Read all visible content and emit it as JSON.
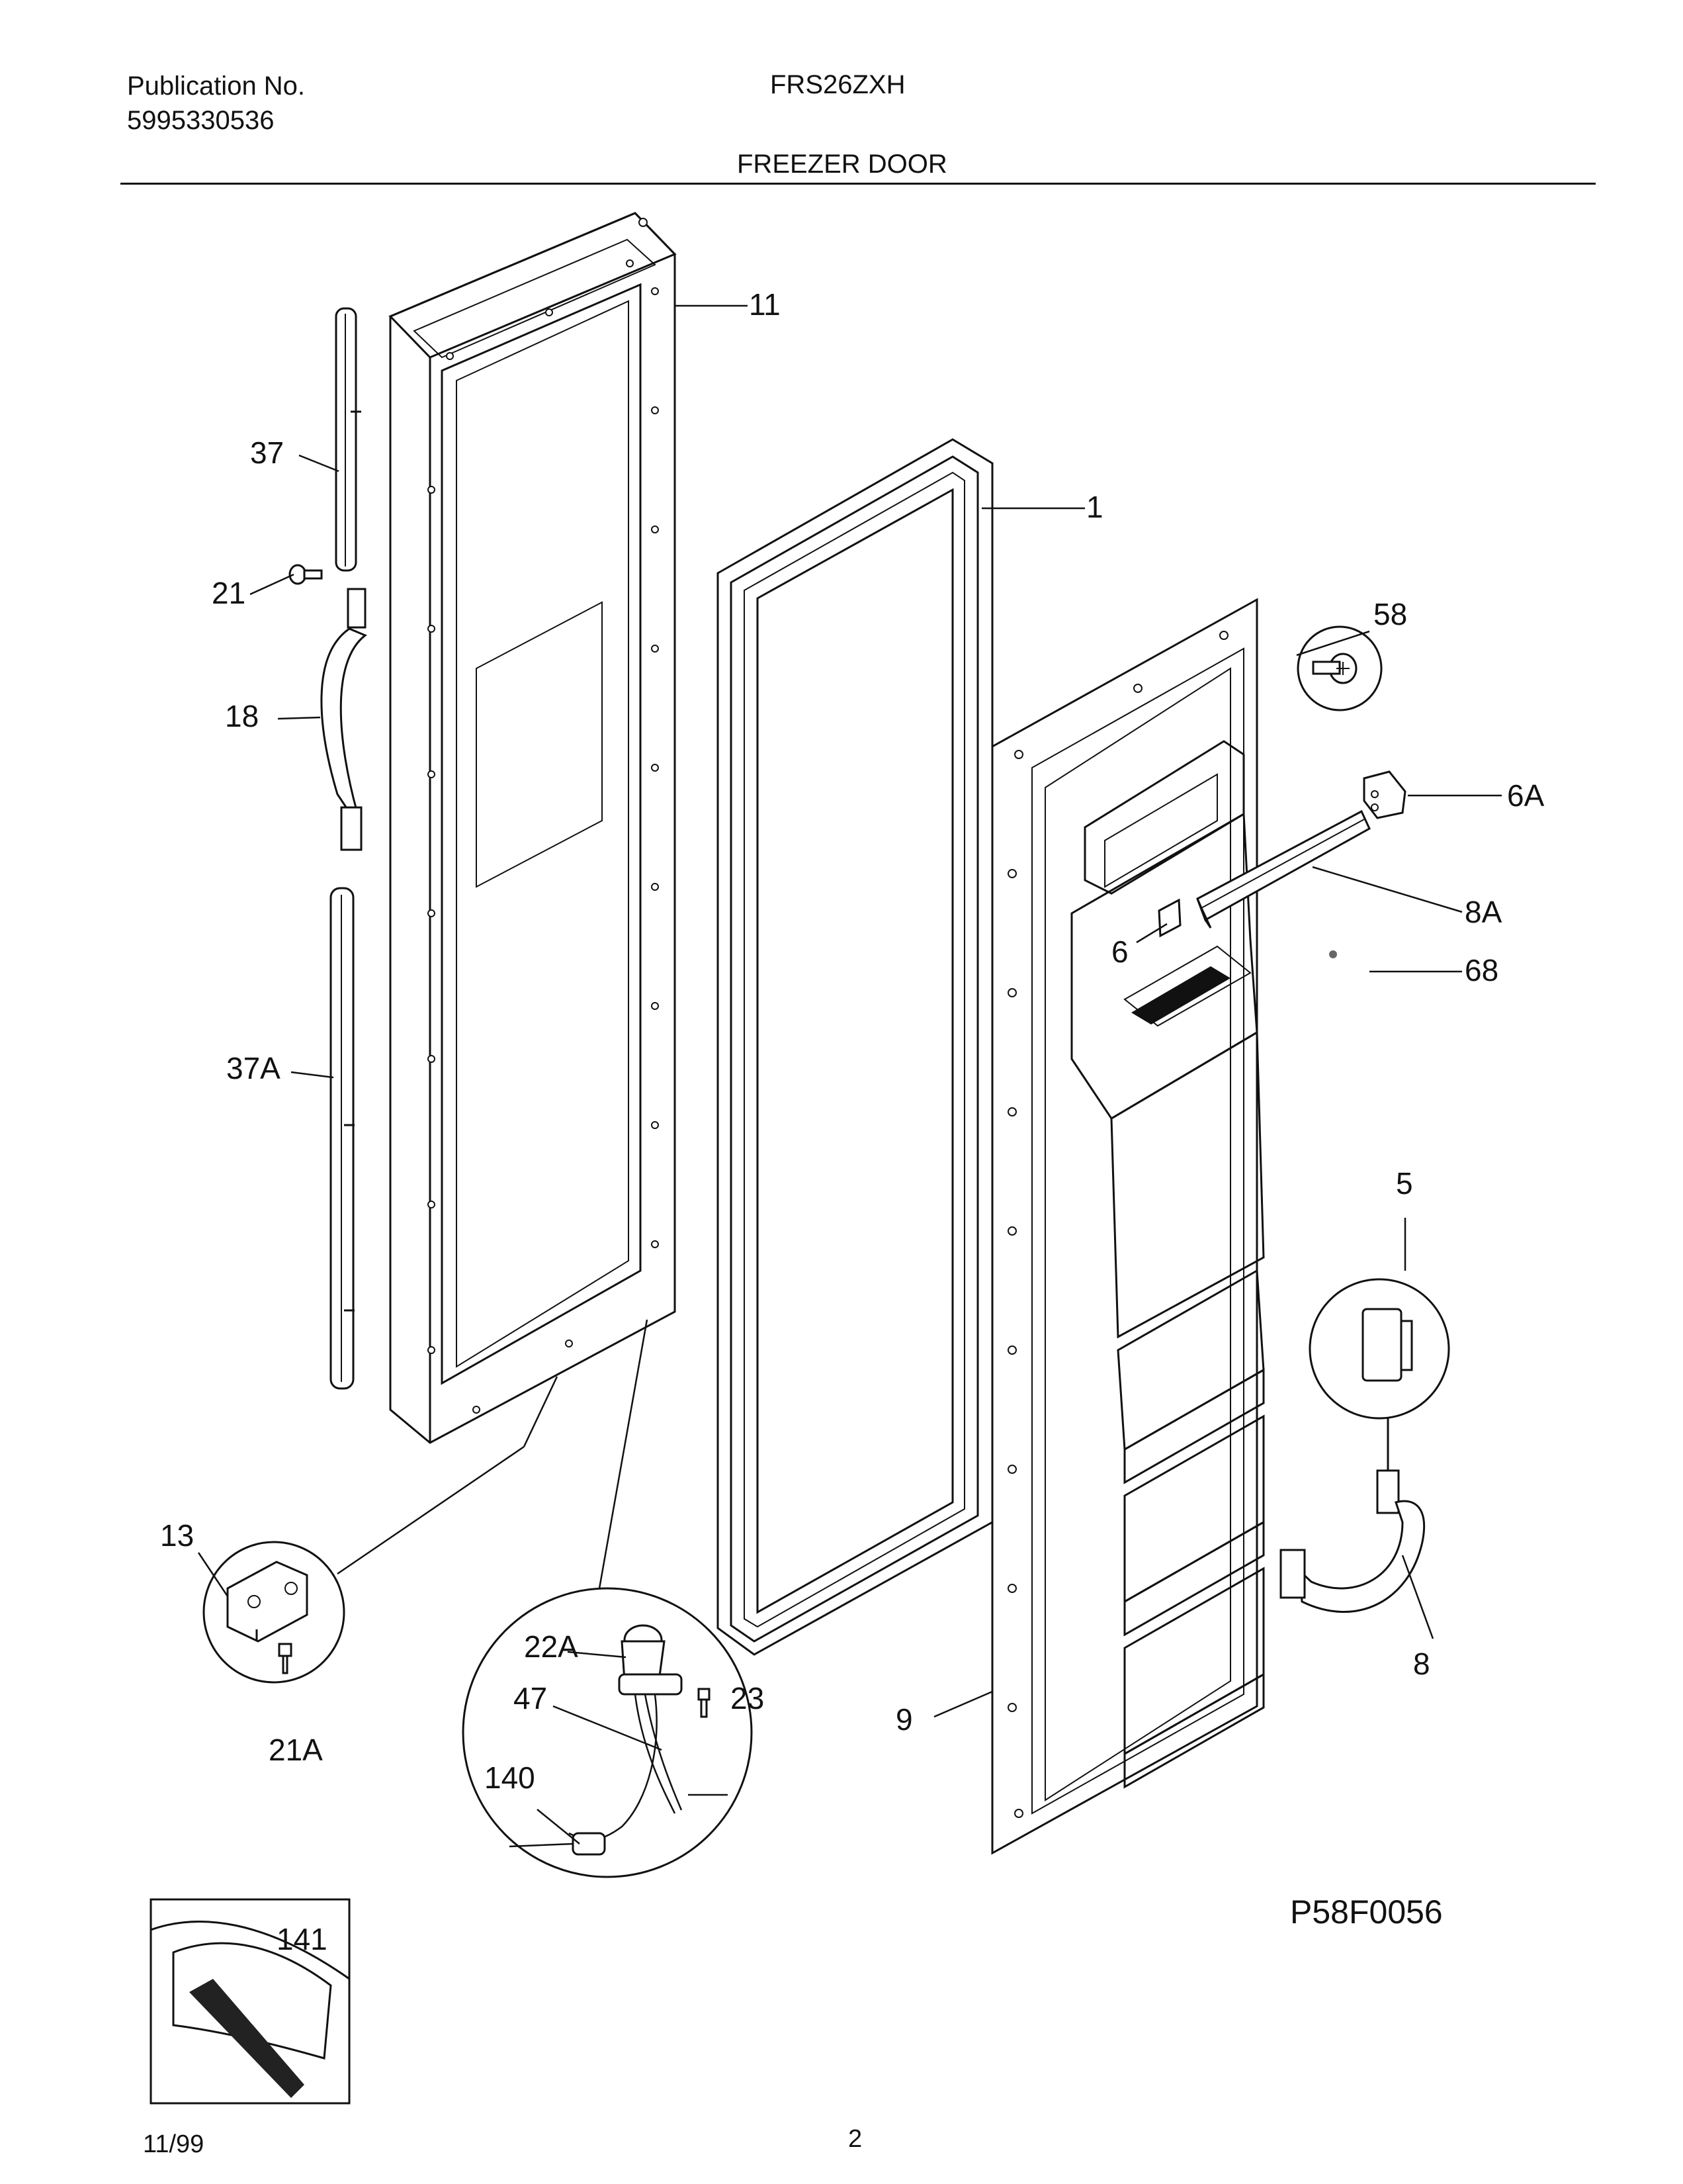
{
  "header": {
    "publication_label": "Publication No.",
    "publication_number": "5995330536",
    "model": "FRS26ZXH",
    "section_title": "FREEZER DOOR"
  },
  "diagram": {
    "drawing_code": "P58F0056",
    "callouts": {
      "c11": "11",
      "c1": "1",
      "c37": "37",
      "c21": "21",
      "c18": "18",
      "c37A": "37A",
      "c58": "58",
      "c6A": "6A",
      "c8A": "8A",
      "c6": "6",
      "c68": "68",
      "c5": "5",
      "c8": "8",
      "c9": "9",
      "c13": "13",
      "c21A": "21A",
      "c22A": "22A",
      "c23": "23",
      "c47": "47",
      "c140": "140",
      "c141": "141"
    }
  },
  "footer": {
    "date": "11/99",
    "page": "2"
  }
}
